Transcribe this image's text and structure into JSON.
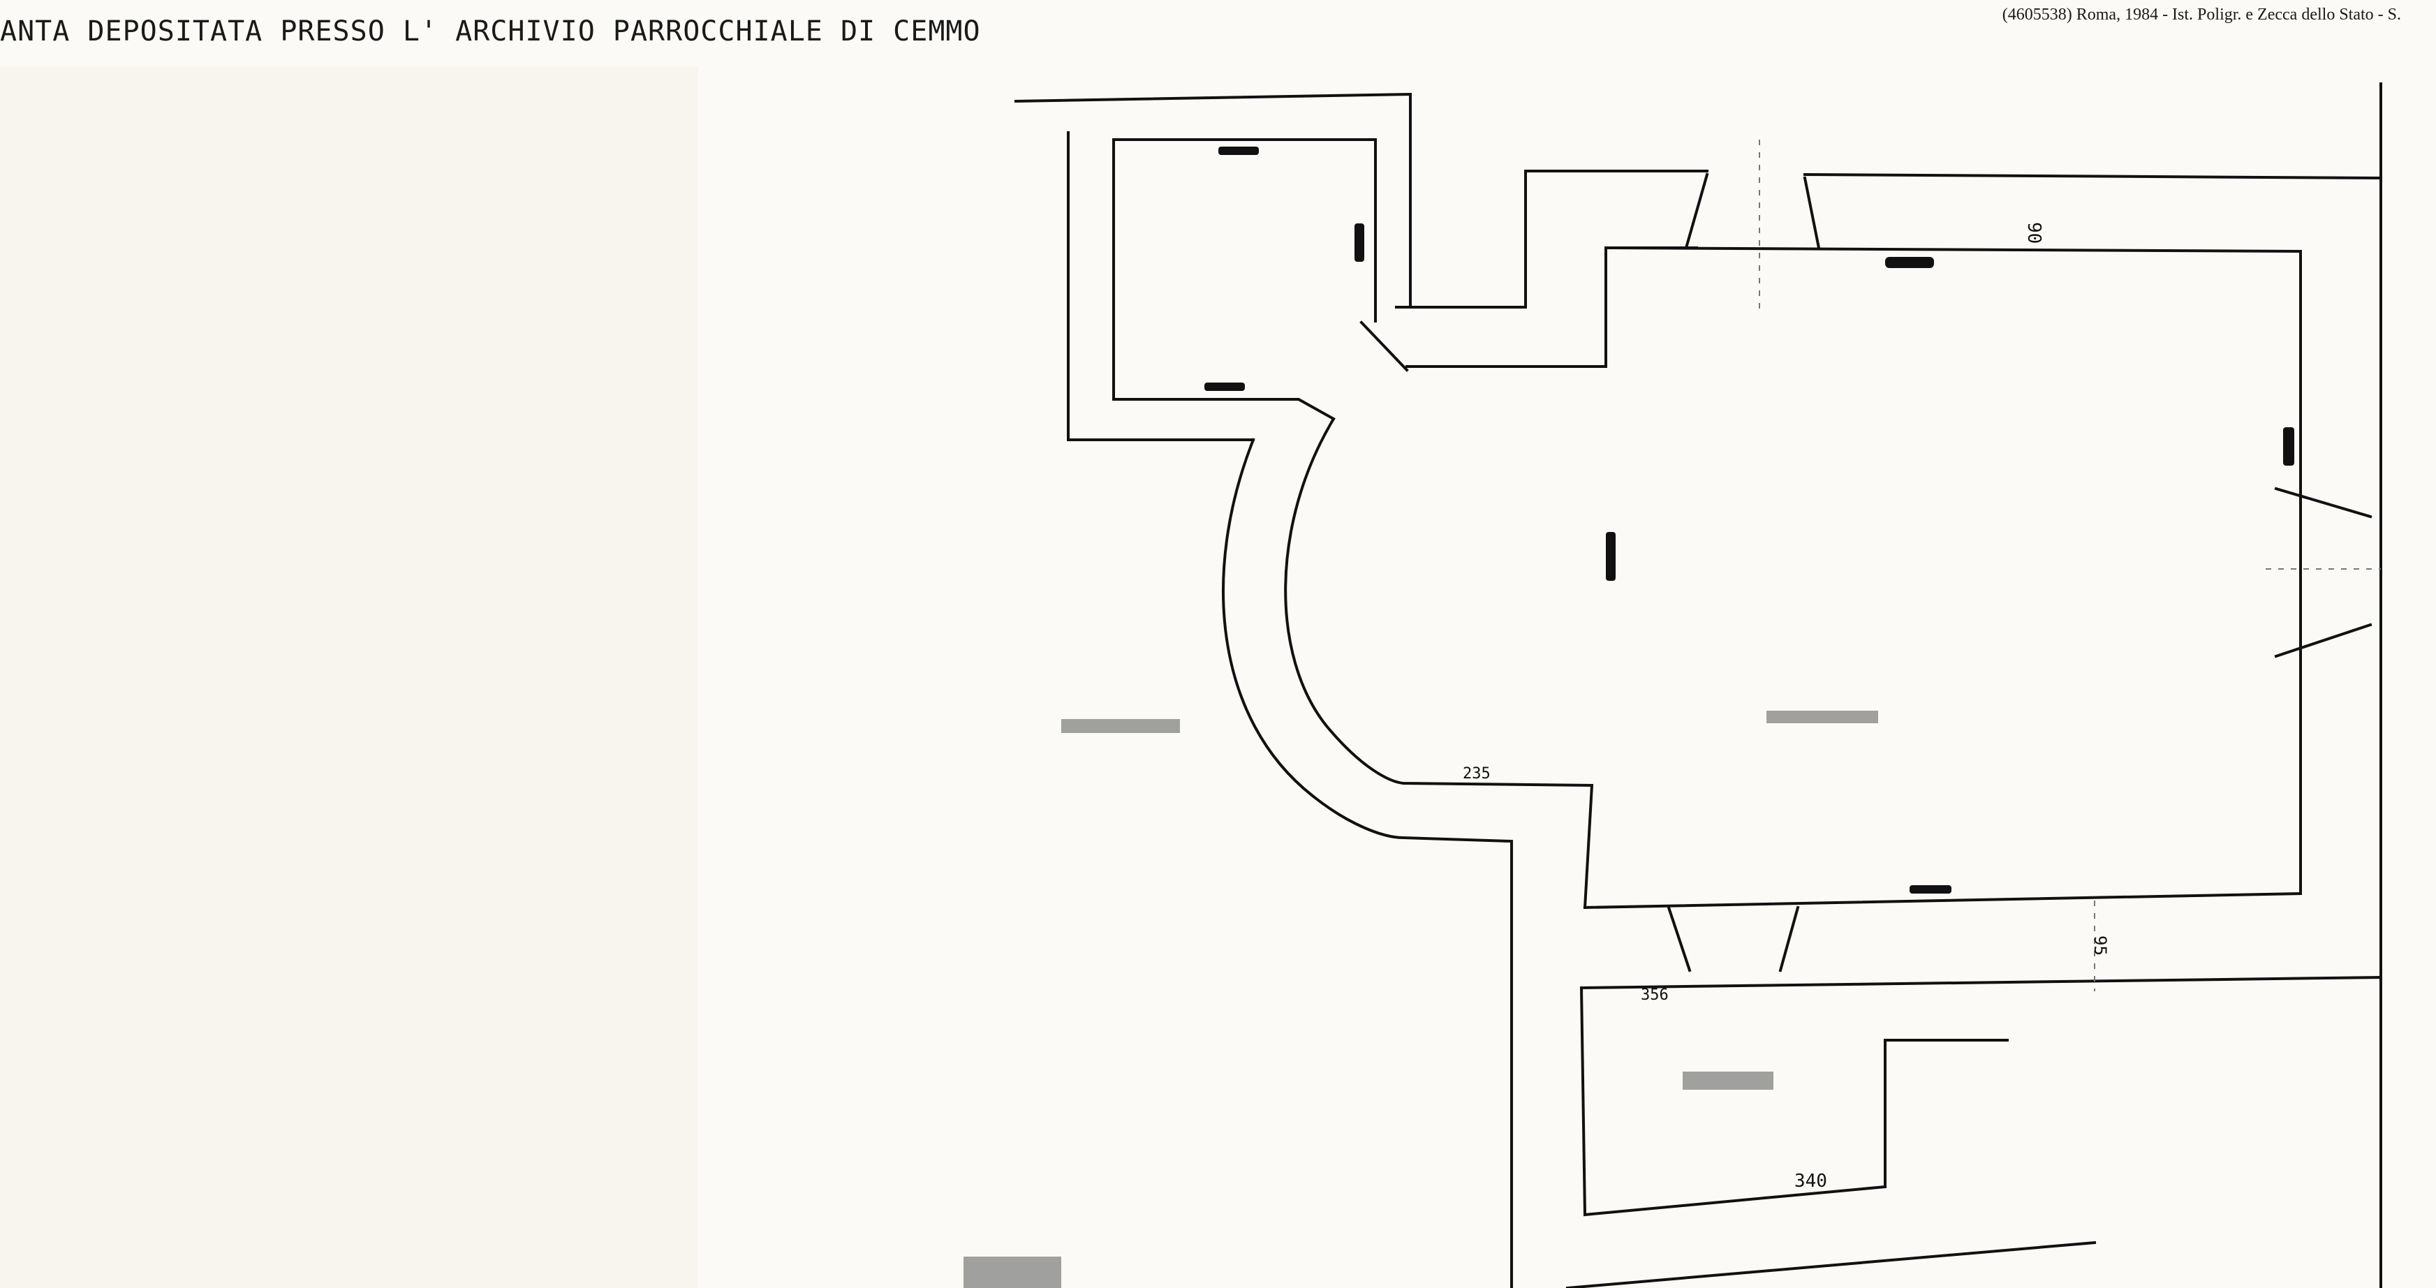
{
  "document": {
    "header": "ANTA DEPOSITATA PRESSO L' ARCHIVIO PARROCCHIALE DI CEMMO",
    "credit": "(4605538) Roma, 1984 - Ist. Poligr. e Zecca dello Stato - S."
  },
  "annotations": {
    "dim_nave_top": "90",
    "dim_room_width": "340",
    "dim_small_room": "356",
    "dim_right_gap": "95",
    "dim_step_width": "235"
  }
}
